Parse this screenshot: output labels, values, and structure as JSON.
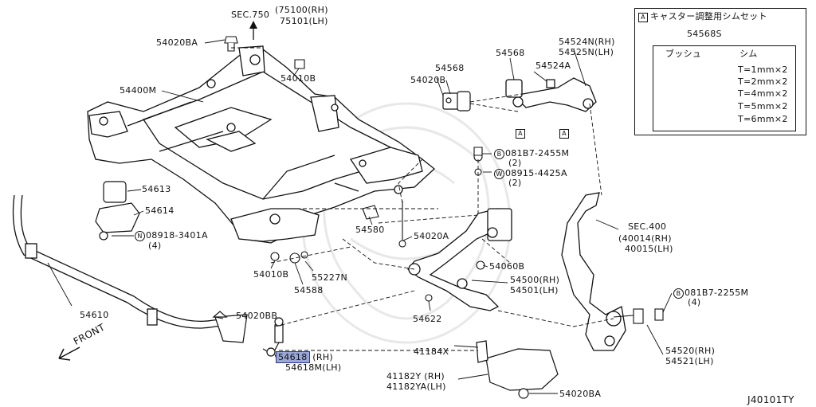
{
  "diagram": {
    "code": "J40101TY",
    "front": "FRONT",
    "sec750": {
      "title": "SEC.750",
      "rh": "(75100(RH)",
      "lh": "75101(LH)"
    },
    "sec400": {
      "title": "SEC.400",
      "rh": "(40014(RH)",
      "lh": "40015(LH)"
    },
    "labels": {
      "p54020BA_top": "54020BA",
      "p54010B_top": "54010B",
      "p54400M": "54400M",
      "p54613": "54613",
      "p54614": "54614",
      "p08918": "08918-3401A",
      "p08918_qty": "(4)",
      "p54610": "54610",
      "p54020BB": "54020BB",
      "p54618_rh": "54618",
      "p54618_rh_suffix": "(RH)",
      "p54618_lh": "54618M(LH)",
      "p54010B_bot": "54010B",
      "p55227N": "55227N",
      "p54588": "54588",
      "p54580": "54580",
      "p54020A": "54020A",
      "p54568_left": "54568",
      "p54020B": "54020B",
      "p54568_mid": "54568",
      "p54524A": "54524A",
      "p54524N": "54524N(RH)",
      "p54525N": "54525N(LH)",
      "p081B7_top": "081B7-2455M",
      "p081B7_top_qty": "(2)",
      "p08915": "08915-4425A",
      "p08915_qty": "(2)",
      "p54060B": "54060B",
      "p54500": "54500(RH)",
      "p54501": "54501(LH)",
      "p54622": "54622",
      "p41184X": "41184X",
      "p41182Y": "41182Y (RH)",
      "p41182YA": "41182YA(LH)",
      "p54020BA_bot": "54020BA",
      "p081B7_right": "081B7-2255M",
      "p081B7_right_qty": "(4)",
      "p54520": "54520(RH)",
      "p54521": "54521(LH)",
      "marker_A1": "A",
      "marker_A2": "A",
      "circle_B": "B",
      "circle_W": "W",
      "circle_N": "N"
    },
    "legend": {
      "marker": "A",
      "title": "キャスター調整用シムセット",
      "part": "54568S",
      "bush": "ブッシュ",
      "shim": "シム",
      "sizes": [
        "T=1mm×2",
        "T=2mm×2",
        "T=4mm×2",
        "T=5mm×2",
        "T=6mm×2"
      ]
    }
  }
}
